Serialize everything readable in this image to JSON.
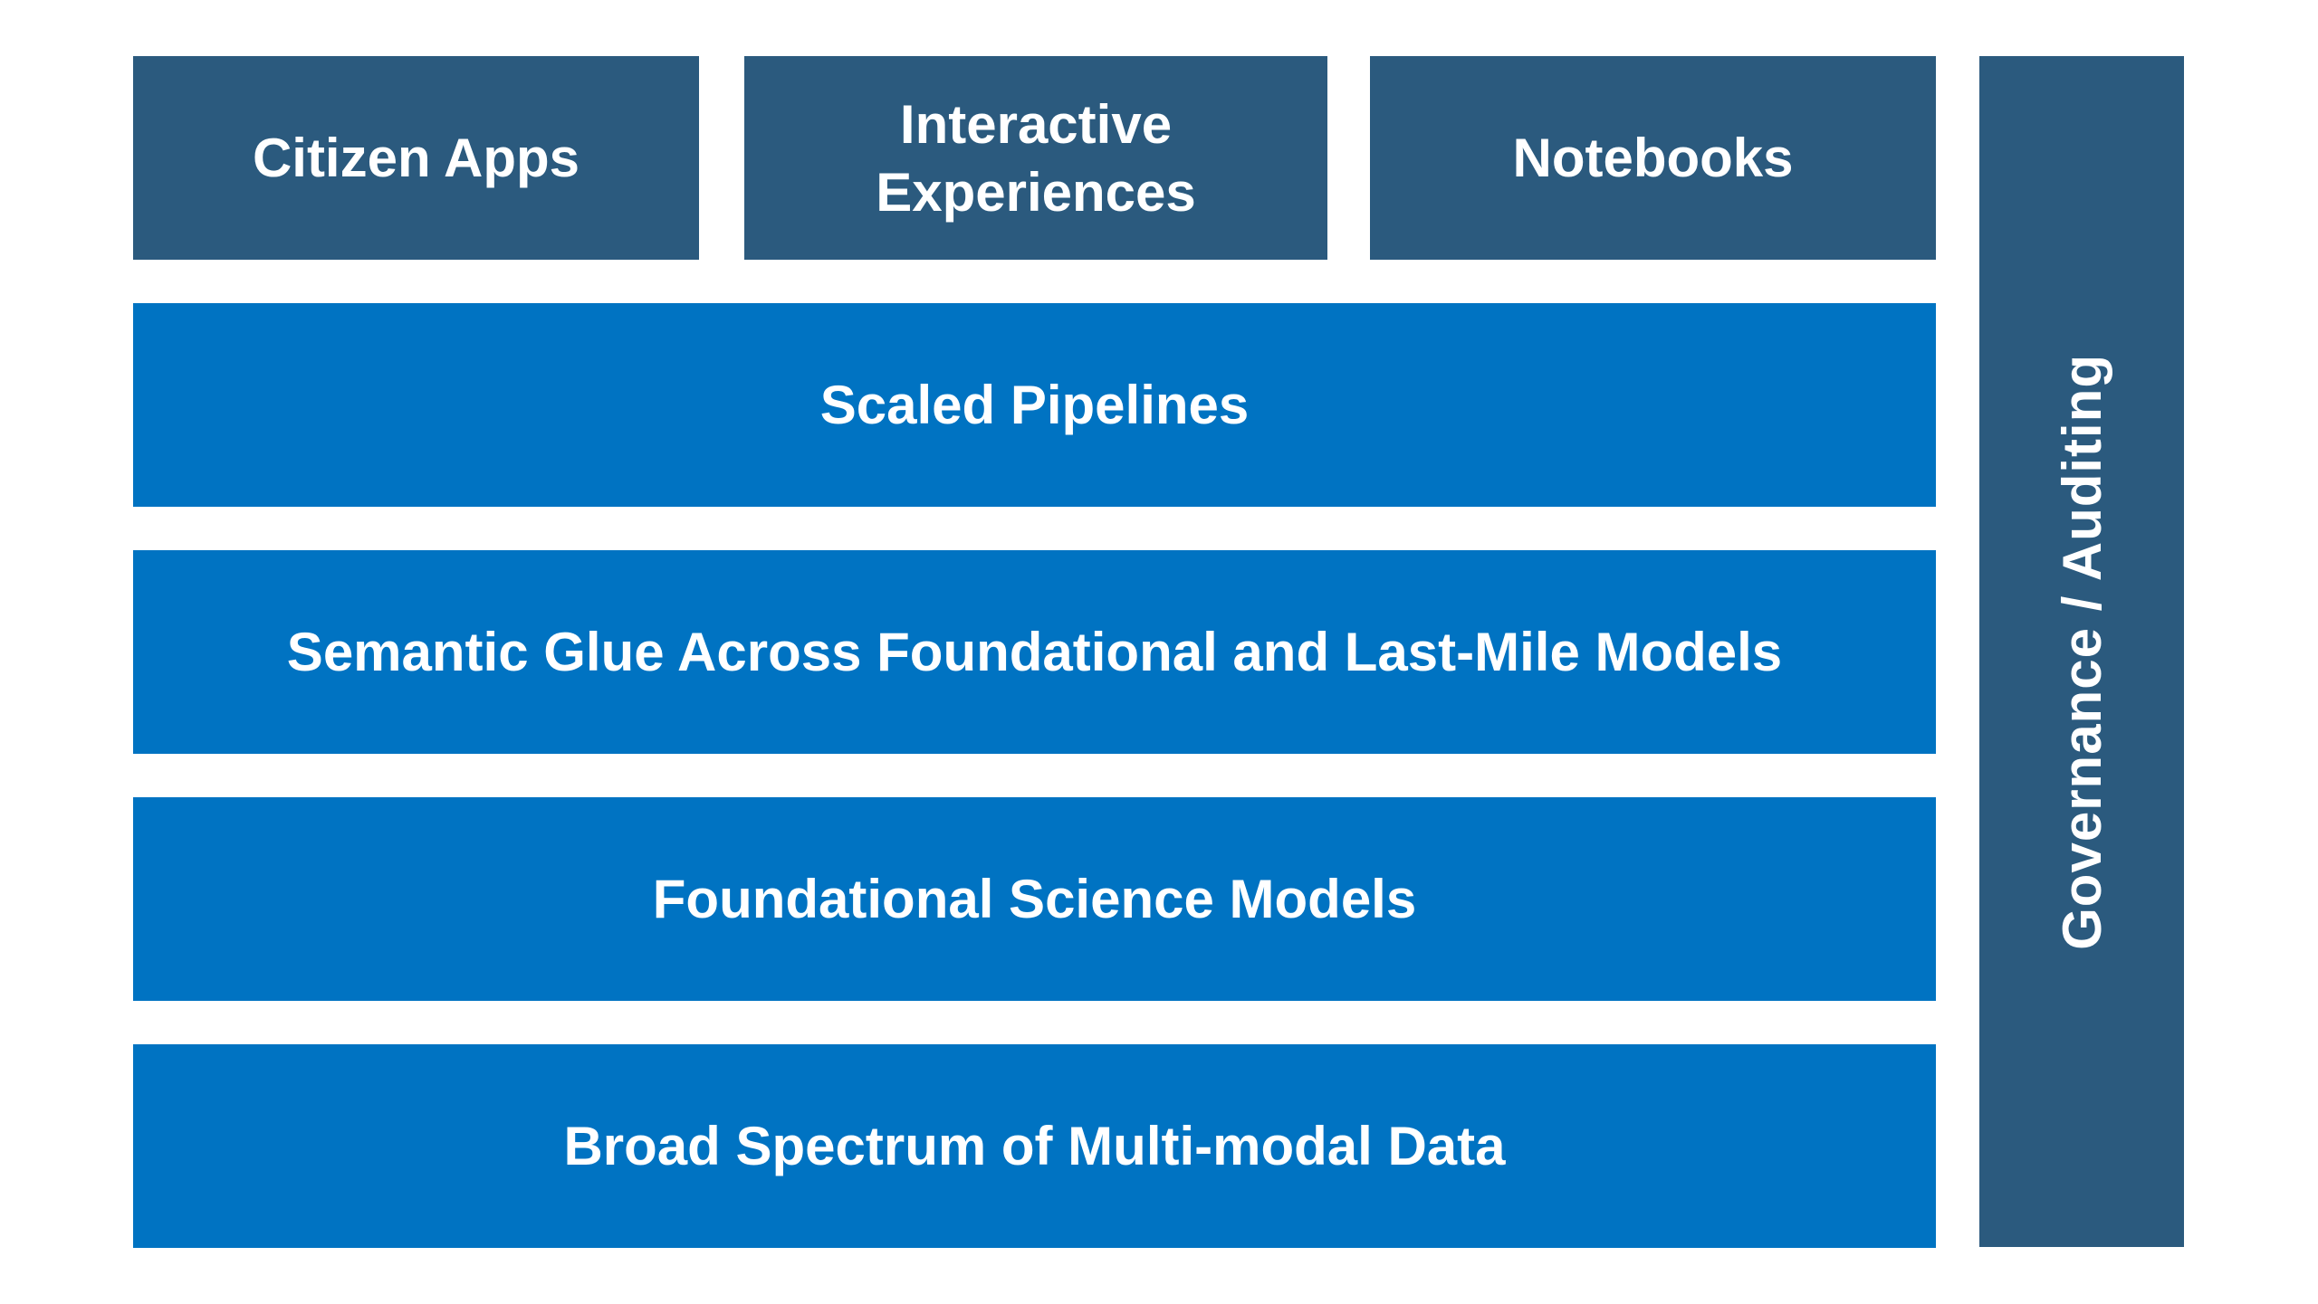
{
  "palette": {
    "background": "#FFFFFF",
    "dark_blue": "#2B5A7E",
    "bright_blue": "#0073C2",
    "text_white": "#FFFFFF"
  },
  "diagram": {
    "top_row": [
      {
        "label": "Citizen Apps"
      },
      {
        "label": "Interactive Experiences"
      },
      {
        "label": "Notebooks"
      }
    ],
    "layers": [
      {
        "label": "Scaled Pipelines"
      },
      {
        "label": "Semantic Glue Across Foundational and Last-Mile Models"
      },
      {
        "label": "Foundational Science Models"
      },
      {
        "label": "Broad Spectrum of Multi-modal Data"
      }
    ],
    "side_bar": {
      "label": "Governance / Auditing"
    }
  }
}
